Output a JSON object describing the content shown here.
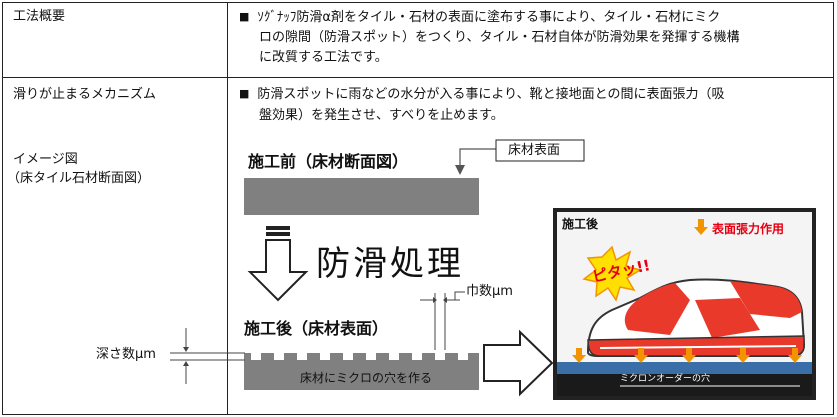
{
  "rows": [
    {
      "label": "工法概要",
      "lines": [
        "ｿｸﾞﾅｯﾌ防滑α剤をタイル・石材の表面に塗布する事により、タイル・石材にミク",
        "ロの隙間（防滑スポット）をつくり、タイル・石材自体が防滑効果を発揮する機構",
        "に改質する工法です。"
      ]
    },
    {
      "label": "滑りが止まるメカニズム",
      "sublabel_line1": "イメージ図",
      "sublabel_line2": "（床タイル石材断面図）",
      "lines": [
        "防滑スポットに雨などの水分が入る事により、靴と接地面との間に表面張力（吸",
        "盤効果）を発生させ、すべりを止めます。"
      ]
    }
  ],
  "bullet": "■",
  "diagram": {
    "before_title": "施工前（床材断面図）",
    "surface_label": "床材表面",
    "process_label": "防滑処理",
    "after_title": "施工後（床材表面）",
    "width_label": "巾数μm",
    "depth_label": "深さ数μm",
    "hole_label": "床材にミクロの穴を作る",
    "photo_title": "施工後",
    "photo_tension": "表面張力作用",
    "photo_sound": "ピタッ!!",
    "photo_caption": "ミクロンオーダーの穴"
  },
  "colors": {
    "floor_gray": "#808080",
    "arrow_orange": "#f29400",
    "shoe_red": "#e8392b",
    "caption_red": "#e60012",
    "burst_yellow": "#ffe000",
    "photo_bg": "#f4f4f4"
  }
}
